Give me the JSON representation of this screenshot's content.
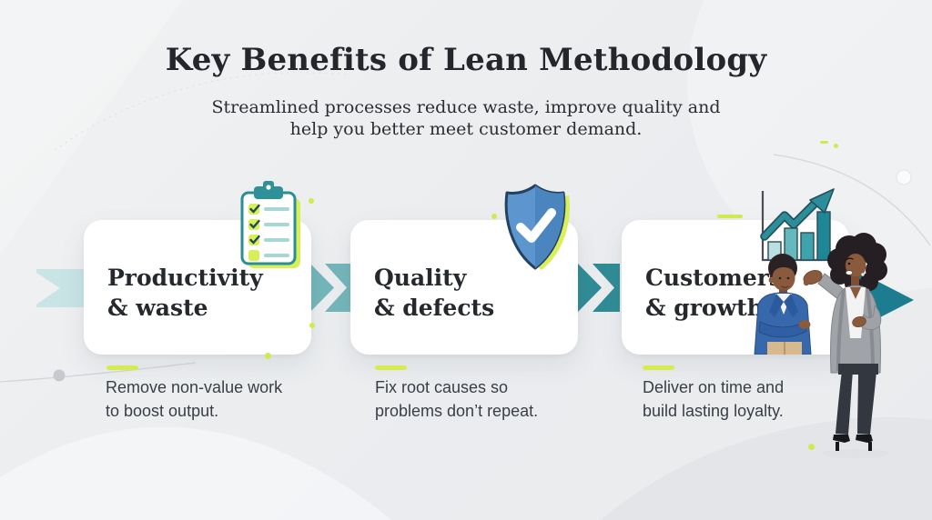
{
  "infographic": {
    "title": "Key Benefits of Lean Methodology",
    "subtitle_line1": "Streamlined processes reduce waste, improve quality and",
    "subtitle_line2": "help you better meet customer demand."
  },
  "cards": [
    {
      "title_line1": "Productivity",
      "title_line2": "& waste",
      "icon": "clipboard-checklist-icon",
      "desc_line1": "Remove non-value work",
      "desc_line2": "to boost output."
    },
    {
      "title_line1": "Quality",
      "title_line2": "& defects",
      "icon": "shield-check-icon",
      "desc_line1": "Fix root causes so",
      "desc_line2": "problems don’t repeat."
    },
    {
      "title_line1": "Customers",
      "title_line2": "& growth",
      "icon": "growth-chart-icon",
      "desc_line1": "Deliver on time and",
      "desc_line2": "build lasting loyalty."
    }
  ],
  "illustration": "two-business-presenters",
  "colors": {
    "background": "#ebedef",
    "card": "#ffffff",
    "heading_text": "#25262b",
    "body_text": "#3a3e45",
    "lime_accent": "#d6ec4d",
    "ribbon_light_teal": "#c8e4e5",
    "arrow_teal_1": "#74b6ba",
    "arrow_teal_2": "#2f8c96",
    "arrow_teal_dark": "#1c7d90",
    "shield_blue": "#5d95ce",
    "chart_bar_dark": "#1d8795"
  }
}
